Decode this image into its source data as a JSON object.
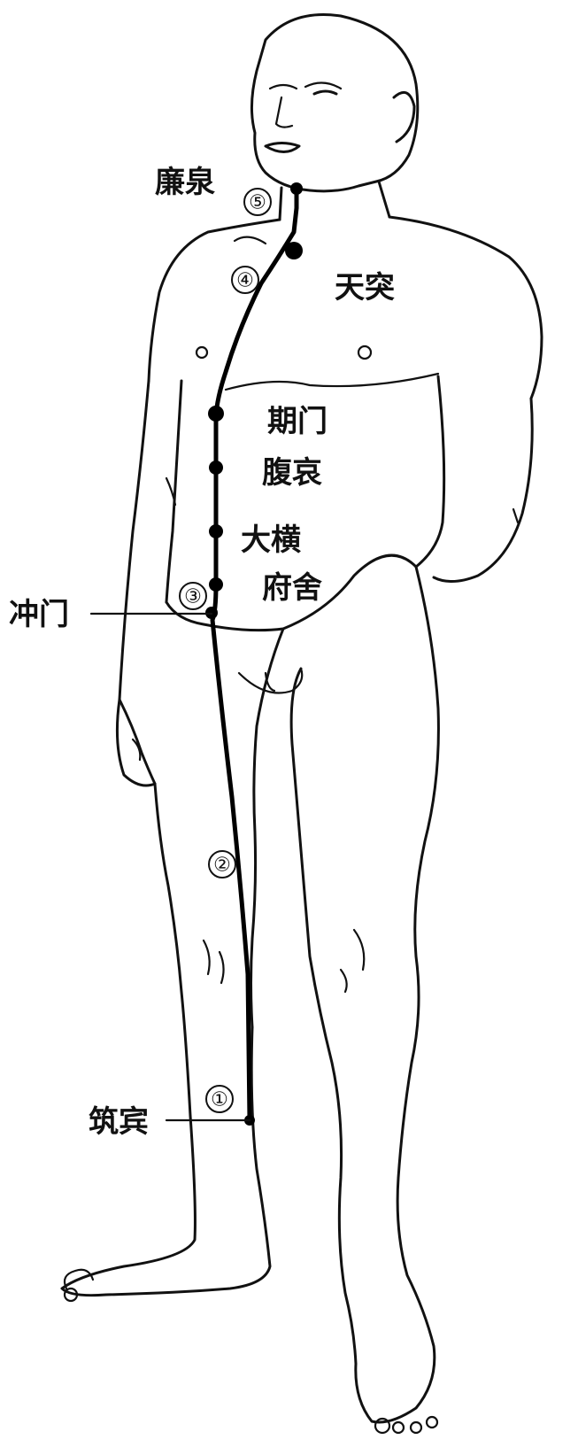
{
  "labels": {
    "lianquan": "廉泉",
    "tiantu": "天突",
    "qimen": "期门",
    "fuai": "腹哀",
    "daheng": "大横",
    "fushe": "府舍",
    "chongmen": "冲门",
    "zhubin": "筑宾"
  },
  "markers": {
    "m1": "①",
    "m2": "②",
    "m3": "③",
    "m4": "④",
    "m5": "⑤"
  }
}
